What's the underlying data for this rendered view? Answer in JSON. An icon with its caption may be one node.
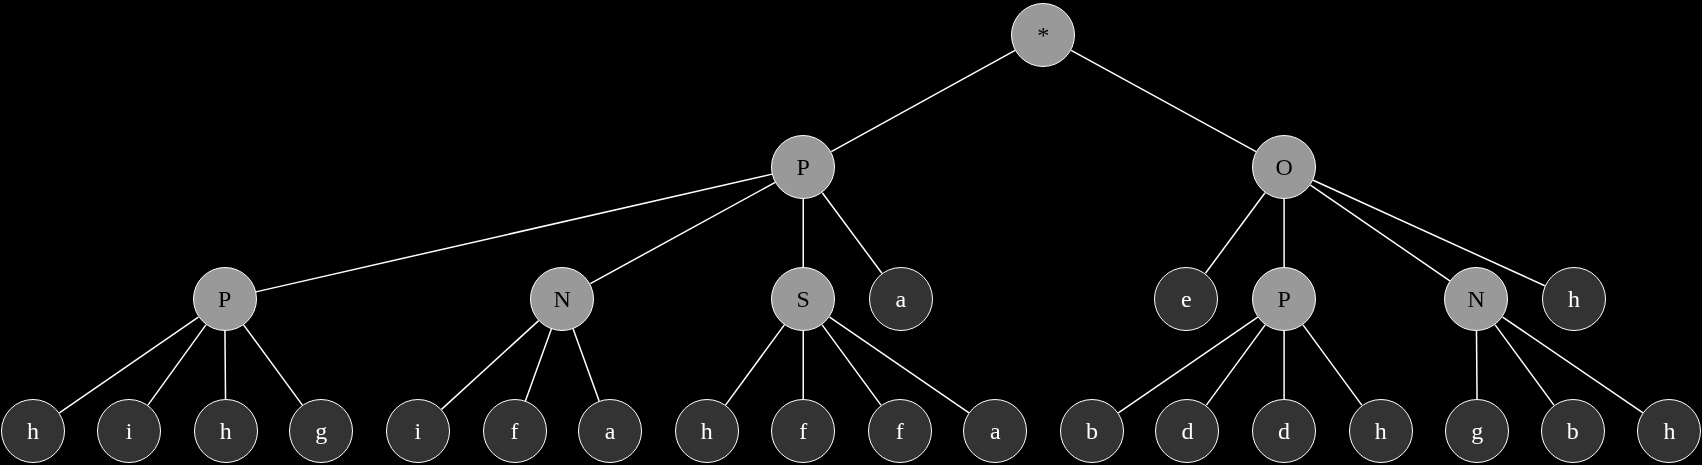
{
  "diagram": {
    "nodes": [
      {
        "text": [
          "*"
        ]
      },
      {
        "text": [
          "P"
        ]
      },
      {
        "text": [
          "O"
        ]
      },
      {
        "text": [
          "P"
        ]
      },
      {
        "text": [
          "N"
        ]
      },
      {
        "text": [
          "S"
        ]
      },
      {
        "text": [
          "a"
        ]
      },
      {
        "text": [
          "e"
        ]
      },
      {
        "text": [
          "P"
        ]
      },
      {
        "text": [
          "N"
        ]
      },
      {
        "text": [
          "h"
        ]
      },
      {
        "text": [
          "h"
        ]
      },
      {
        "text": [
          "i"
        ]
      },
      {
        "text": [
          "h"
        ]
      },
      {
        "text": [
          "g"
        ]
      },
      {
        "text": [
          "i"
        ]
      },
      {
        "text": [
          "f"
        ]
      },
      {
        "text": [
          "a"
        ]
      },
      {
        "text": [
          "h"
        ]
      },
      {
        "text": [
          "f"
        ]
      },
      {
        "text": [
          "f"
        ]
      },
      {
        "text": [
          "a"
        ]
      },
      {
        "text": [
          "b"
        ]
      },
      {
        "text": [
          "d"
        ]
      },
      {
        "text": [
          "d"
        ]
      },
      {
        "text": [
          "h"
        ]
      },
      {
        "text": [
          "g"
        ]
      },
      {
        "text": [
          "b"
        ]
      },
      {
        "text": [
          "h"
        ]
      }
    ],
    "edges": [
      {
        "from": 0,
        "to": 1,
        "arrow": "none"
      },
      {
        "from": 0,
        "to": 2,
        "arrow": "none"
      },
      {
        "from": 1,
        "to": 3,
        "arrow": "none"
      },
      {
        "from": 1,
        "to": 4,
        "arrow": "none"
      },
      {
        "from": 1,
        "to": 5,
        "arrow": "none"
      },
      {
        "from": 1,
        "to": 6,
        "arrow": "none"
      },
      {
        "from": 2,
        "to": 7,
        "arrow": "none"
      },
      {
        "from": 2,
        "to": 8,
        "arrow": "none"
      },
      {
        "from": 2,
        "to": 9,
        "arrow": "none"
      },
      {
        "from": 2,
        "to": 10,
        "arrow": "none"
      },
      {
        "from": 3,
        "to": 11,
        "arrow": "none"
      },
      {
        "from": 3,
        "to": 12,
        "arrow": "none"
      },
      {
        "from": 3,
        "to": 13,
        "arrow": "none"
      },
      {
        "from": 3,
        "to": 14,
        "arrow": "none"
      },
      {
        "from": 4,
        "to": 15,
        "arrow": "none"
      },
      {
        "from": 4,
        "to": 16,
        "arrow": "none"
      },
      {
        "from": 4,
        "to": 17,
        "arrow": "none"
      },
      {
        "from": 5,
        "to": 18,
        "arrow": "none"
      },
      {
        "from": 5,
        "to": 19,
        "arrow": "none"
      },
      {
        "from": 5,
        "to": 20,
        "arrow": "none"
      },
      {
        "from": 5,
        "to": 21,
        "arrow": "none"
      },
      {
        "from": 8,
        "to": 22,
        "arrow": "none"
      },
      {
        "from": 8,
        "to": 23,
        "arrow": "none"
      },
      {
        "from": 8,
        "to": 24,
        "arrow": "none"
      },
      {
        "from": 8,
        "to": 25,
        "arrow": "none"
      },
      {
        "from": 9,
        "to": 26,
        "arrow": "none"
      },
      {
        "from": 9,
        "to": 27,
        "arrow": "none"
      },
      {
        "from": 9,
        "to": 28,
        "arrow": "none"
      }
    ]
  }
}
